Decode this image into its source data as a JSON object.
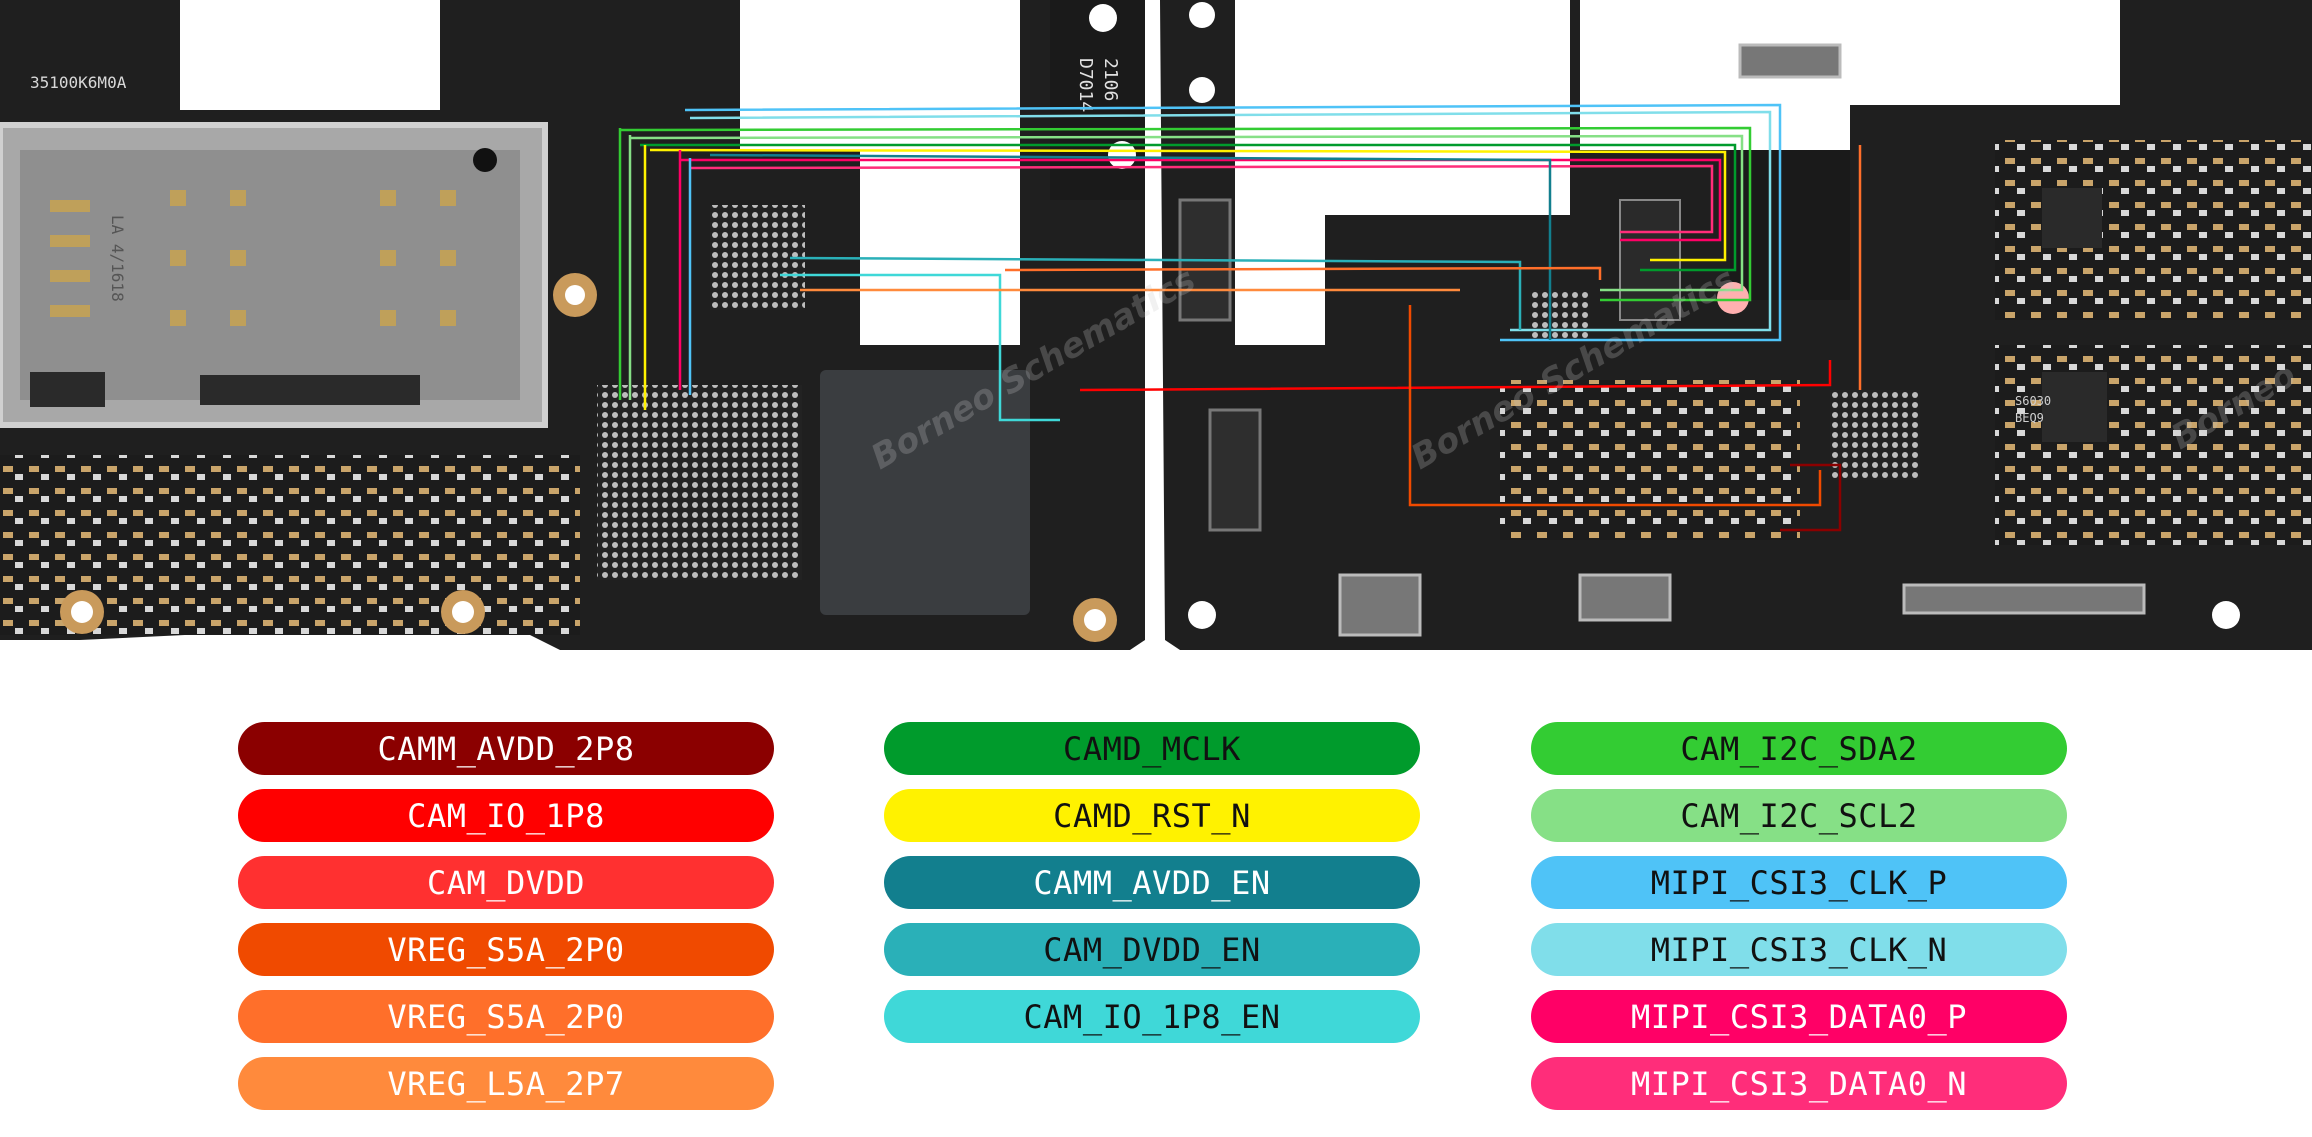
{
  "boards": {
    "left_silk": "35100K6M0A",
    "left_label2": "LA 4/1618",
    "center_silk_1": "2106",
    "center_silk_2": "D7014",
    "right_chip_1": "S6030",
    "right_chip_2": "BEQ9"
  },
  "legend": {
    "columns": [
      [
        {
          "label": "CAMM_AVDD_2P8",
          "color": "#8b0000",
          "text_color": "#ffffff"
        },
        {
          "label": "CAM_IO_1P8",
          "color": "#ff0000",
          "text_color": "#ffffff"
        },
        {
          "label": "CAM_DVDD",
          "color": "#ff3030",
          "text_color": "#ffffff"
        },
        {
          "label": "VREG_S5A_2P0",
          "color": "#f04a00",
          "text_color": "#ffffff"
        },
        {
          "label": "VREG_S5A_2P0",
          "color": "#ff6f2a",
          "text_color": "#ffffff"
        },
        {
          "label": "VREG_L5A_2P7",
          "color": "#ff8a3c",
          "text_color": "#ffffff"
        }
      ],
      [
        {
          "label": "CAMD_MCLK",
          "color": "#009b2c",
          "text_color": "#111111"
        },
        {
          "label": "CAMD_RST_N",
          "color": "#fff200",
          "text_color": "#111111"
        },
        {
          "label": "CAMM_AVDD_EN",
          "color": "#127f8e",
          "text_color": "#ffffff"
        },
        {
          "label": "CAM_DVDD_EN",
          "color": "#2ab0b8",
          "text_color": "#111111"
        },
        {
          "label": "CAM_IO_1P8_EN",
          "color": "#3fd8d8",
          "text_color": "#111111"
        }
      ],
      [
        {
          "label": "CAM_I2C_SDA2",
          "color": "#33cc33",
          "text_color": "#111111"
        },
        {
          "label": "CAM_I2C_SCL2",
          "color": "#86e086",
          "text_color": "#111111"
        },
        {
          "label": "MIPI_CSI3_CLK_P",
          "color": "#4fc3f7",
          "text_color": "#111111"
        },
        {
          "label": "MIPI_CSI3_CLK_N",
          "color": "#80deea",
          "text_color": "#111111"
        },
        {
          "label": "MIPI_CSI3_DATA0_P",
          "color": "#ff0066",
          "text_color": "#ffffff"
        },
        {
          "label": "MIPI_CSI3_DATA0_N",
          "color": "#ff2d7a",
          "text_color": "#ffffff"
        }
      ]
    ]
  }
}
